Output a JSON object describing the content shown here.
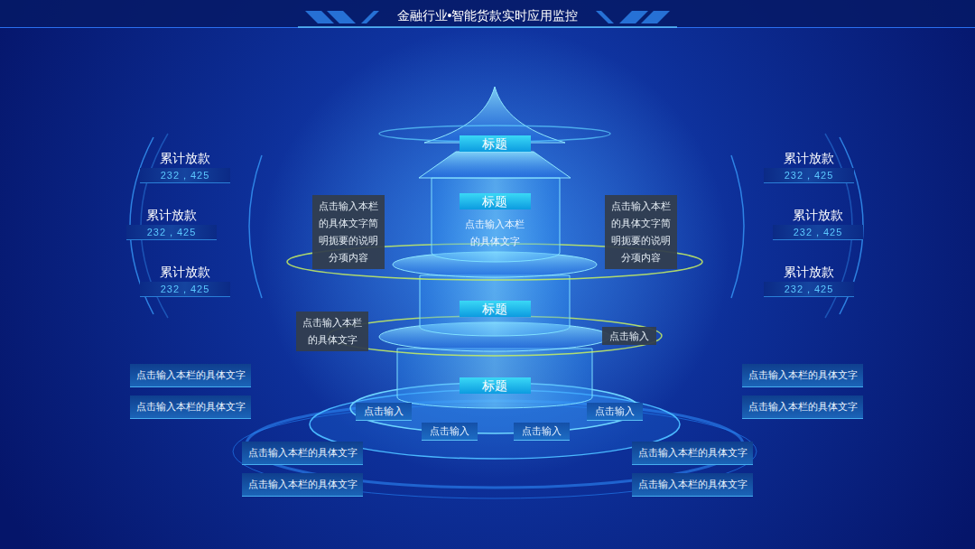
{
  "diagram": {
    "title": "金融行业•智能货款实时应用监控",
    "nodes": [
      {
        "text": [
          "累计放款",
          "232，425"
        ]
      },
      {
        "text": [
          "累计放款",
          "232，425"
        ]
      },
      {
        "text": [
          "标题"
        ]
      },
      {
        "text": [
          "标题",
          "点击输入本栏 的具体文字"
        ]
      },
      {
        "text": [
          "点击输入本栏 的具体文字简 明扼要的说明 分项内容"
        ]
      },
      {
        "text": [
          "点击输入本栏 的具体文字简 明扼要的说明 分项内容"
        ]
      },
      {
        "text": [
          "累计放款",
          "232，425"
        ]
      },
      {
        "text": [
          "累计放款",
          "232，425"
        ]
      },
      {
        "text": [
          "累计放款",
          "232，425"
        ]
      },
      {
        "text": [
          "累计放款",
          "232，425"
        ]
      },
      {
        "text": [
          "标题"
        ]
      },
      {
        "text": [
          "点击输入本栏 的具体文字"
        ]
      },
      {
        "text": [
          "点击输入"
        ]
      },
      {
        "text": [
          "点击输入本栏的具体文字"
        ]
      },
      {
        "text": [
          "点击输入本栏的具体文字"
        ]
      },
      {
        "text": [
          "标题"
        ]
      },
      {
        "text": [
          "点击输入本栏的具体文字"
        ]
      },
      {
        "text": [
          "点击输入本栏的具体文字"
        ]
      },
      {
        "text": [
          "点击输入"
        ]
      },
      {
        "text": [
          "点击输入"
        ]
      },
      {
        "text": [
          "点击输入"
        ]
      },
      {
        "text": [
          "点击输入"
        ]
      },
      {
        "text": [
          "点击输入本栏的具体文字"
        ]
      },
      {
        "text": [
          "点击输入本栏的具体文字"
        ]
      },
      {
        "text": [
          "点击输入本栏的具体文字"
        ]
      },
      {
        "text": [
          "点击输入本栏的具体文字"
        ]
      }
    ]
  }
}
